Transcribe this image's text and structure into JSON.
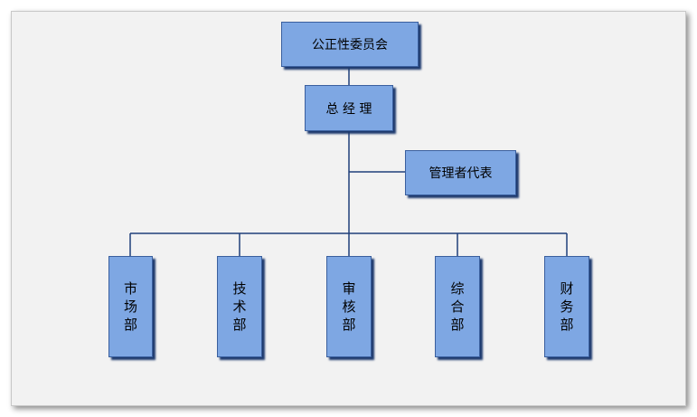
{
  "colors": {
    "box_fill": "#7ea7e3",
    "box_border": "#3a5f9e",
    "line": "#1f3f7a"
  },
  "org": {
    "committee": "公正性委员会",
    "general_manager": "总 经 理",
    "management_rep": "管理者代表",
    "departments": [
      {
        "label": "市场部"
      },
      {
        "label": "技术部"
      },
      {
        "label": "审核部"
      },
      {
        "label": "综合部"
      },
      {
        "label": "财务部"
      }
    ]
  }
}
